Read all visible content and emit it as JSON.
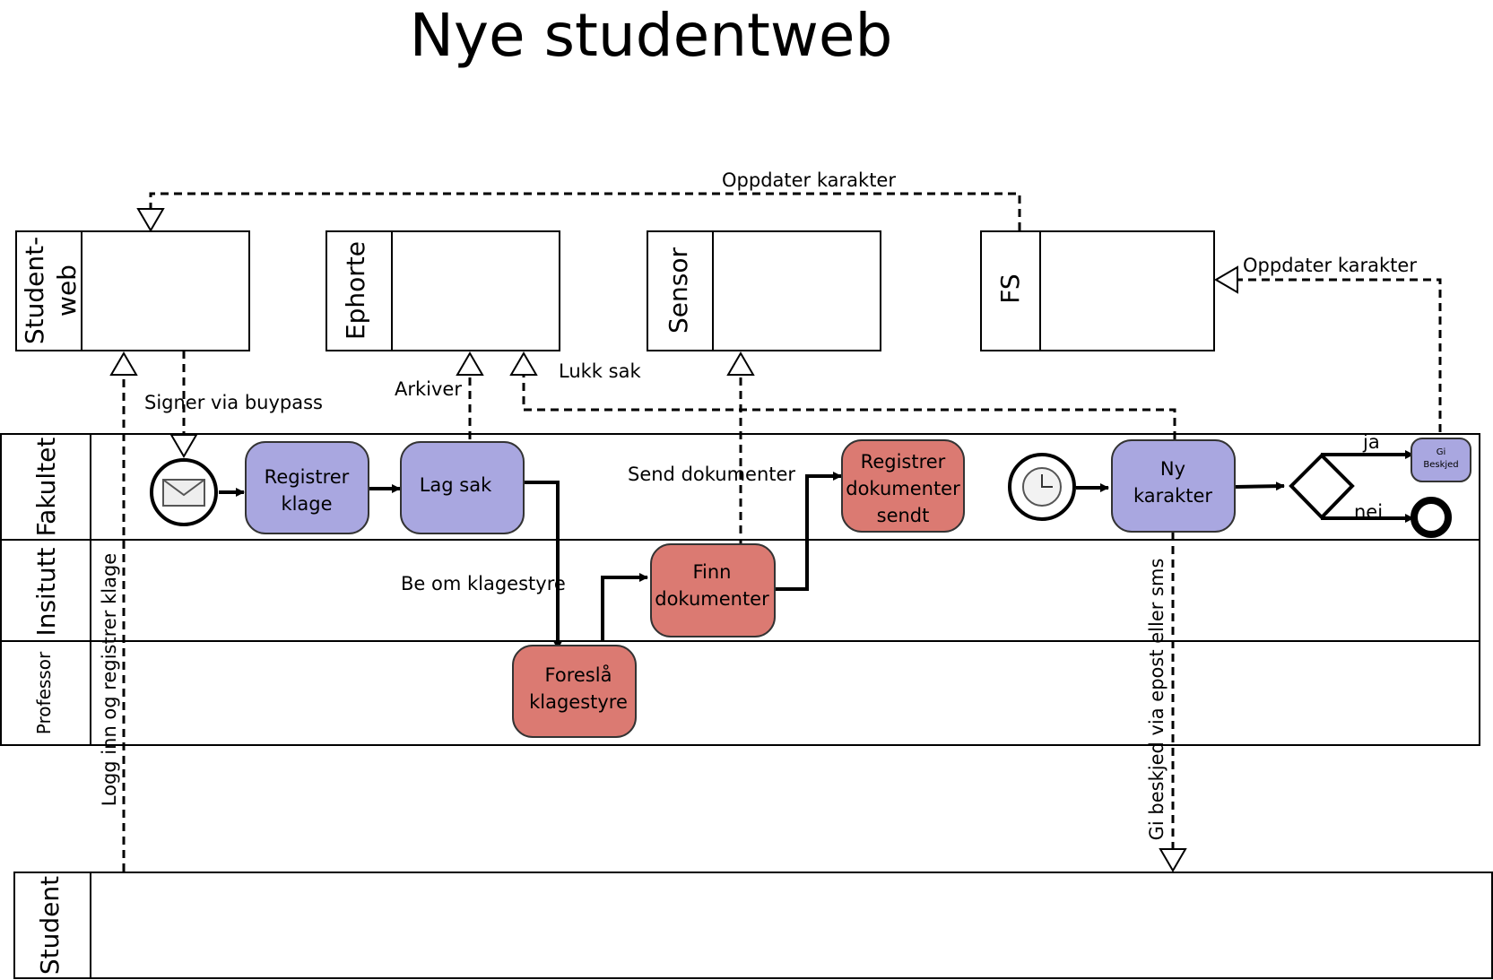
{
  "title": "Nye studentweb",
  "systems": {
    "studentweb": [
      "Student-",
      "web"
    ],
    "ephorte": "Ephorte",
    "sensor": "Sensor",
    "fs": "FS"
  },
  "lanes": {
    "fakultet": "Fakultet",
    "insitutt": "Insitutt",
    "professor": "Professor",
    "student": "Student"
  },
  "tasks": {
    "registrer_klage": [
      "Registrer",
      "klage"
    ],
    "lag_sak": "Lag sak",
    "foresla_klagestyre": [
      "Foreslå",
      "klagestyre"
    ],
    "finn_dokumenter": [
      "Finn",
      "dokumenter"
    ],
    "registrer_dokumenter_sendt": [
      "Registrer",
      "dokumenter",
      "sendt"
    ],
    "ny_karakter": [
      "Ny",
      "karakter"
    ],
    "gi_beskjed": [
      "Gi",
      "Beskjed"
    ]
  },
  "labels": {
    "oppdater_karakter_top": "Oppdater karakter",
    "oppdater_karakter_right": "Oppdater karakter",
    "signer_via_buypass": "Signer via buypass",
    "arkiver": "Arkiver",
    "lukk_sak": "Lukk sak",
    "send_dokumenter": "Send dokumenter",
    "be_om_klagestyre": "Be om klagestyre",
    "logg_inn": "Logg inn og registrer klage",
    "gi_beskjed_via": "Gi beskjed via epost eller sms",
    "ja": "ja",
    "nei": "nei"
  },
  "colors": {
    "blue_task": "#a9a7e0",
    "red_task": "#db7a72"
  }
}
